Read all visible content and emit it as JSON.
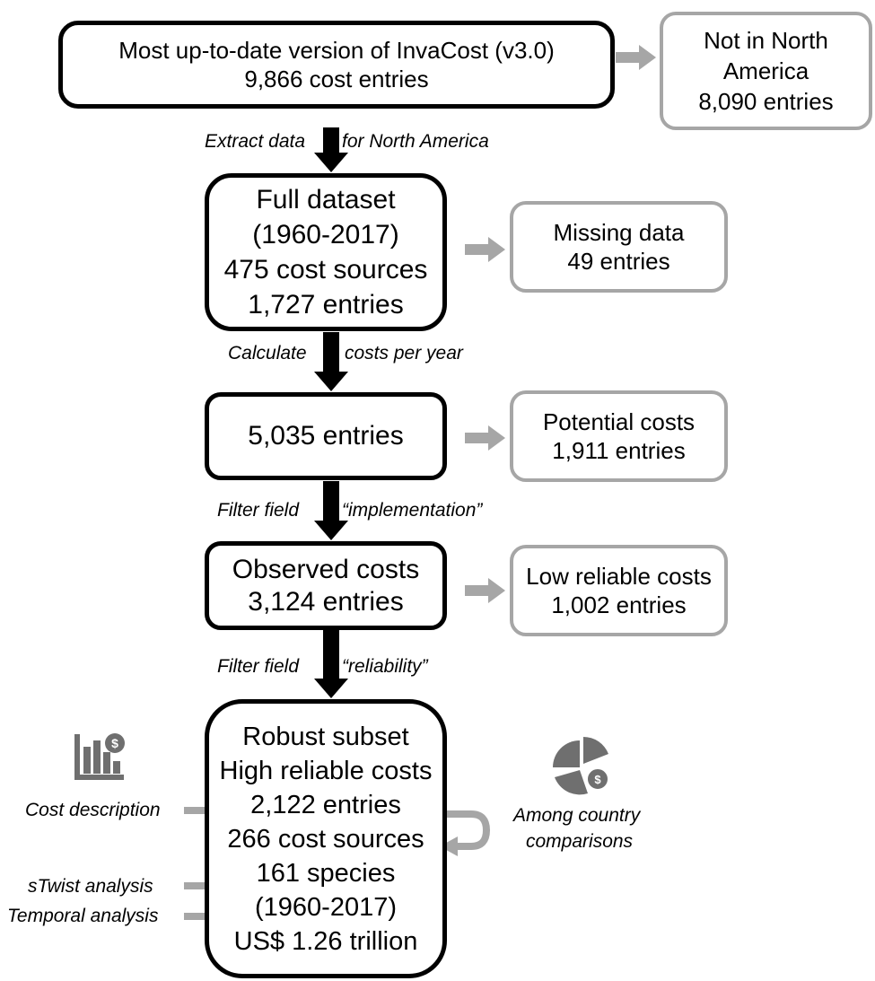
{
  "top_box": {
    "line1": "Most up-to-date version of InvaCost (v3.0)",
    "line2": "9,866 cost entries"
  },
  "not_na_box": {
    "line1": "Not in North",
    "line2": "America",
    "line3": "8,090 entries"
  },
  "step1": {
    "left": "Extract data",
    "right": "for North America"
  },
  "full_box": {
    "line1": "Full dataset",
    "line2": "(1960-2017)",
    "line3": "475 cost sources",
    "line4": "1,727 entries"
  },
  "missing_box": {
    "line1": "Missing data",
    "line2": "49 entries"
  },
  "step2": {
    "left": "Calculate",
    "right": "costs per year"
  },
  "entries_box": {
    "line1": "5,035 entries"
  },
  "potential_box": {
    "line1": "Potential costs",
    "line2": "1,911 entries"
  },
  "step3": {
    "left": "Filter field",
    "right": "“implementation”"
  },
  "observed_box": {
    "line1": "Observed costs",
    "line2": "3,124 entries"
  },
  "low_box": {
    "line1": "Low reliable costs",
    "line2": "1,002 entries"
  },
  "step4": {
    "left": "Filter field",
    "right": "“reliability”"
  },
  "robust_box": {
    "line1": "Robust subset",
    "line2": "High reliable costs",
    "line3": "2,122 entries",
    "line4": "266 cost sources",
    "line5": "161 species",
    "line6": "(1960-2017)",
    "line7": "US$ 1.26 trillion"
  },
  "analyses": {
    "cost_description": "Cost description",
    "stwist": "sTwist analysis",
    "temporal": "Temporal analysis",
    "among_country_1": "Among country",
    "among_country_2": "comparisons"
  },
  "icons": {
    "bar_chart": "bar-chart-dollar-icon",
    "pie_chart": "pie-chart-dollar-icon"
  },
  "colors": {
    "main_border": "#000000",
    "side_border": "#a6a6a6",
    "side_arrow": "#a6a6a6",
    "icon": "#6f6f6f"
  }
}
